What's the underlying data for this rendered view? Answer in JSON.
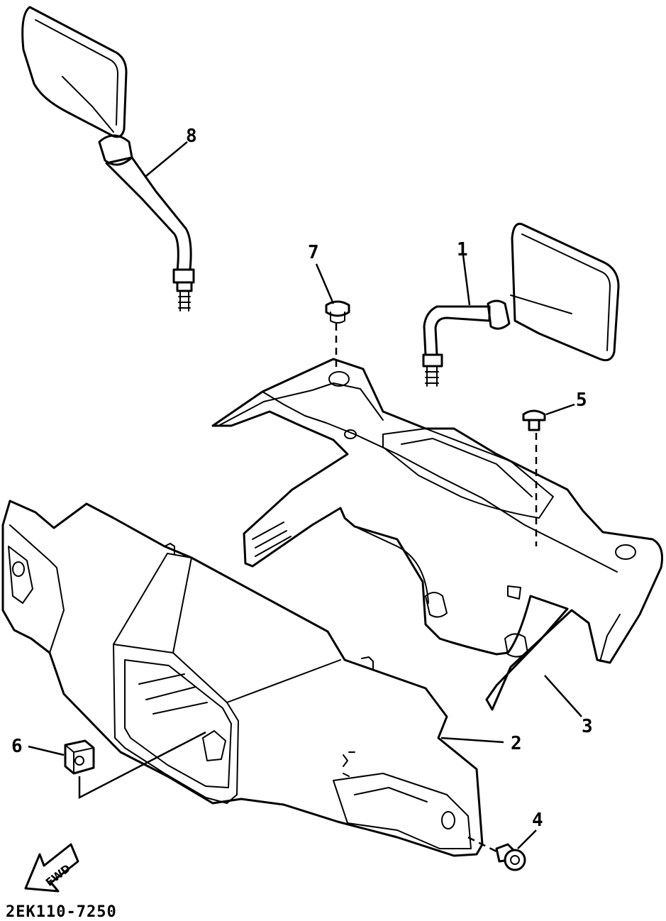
{
  "callouts": [
    {
      "number": "1",
      "part": "right-mirror"
    },
    {
      "number": "2",
      "part": "front-cover"
    },
    {
      "number": "3",
      "part": "handlebar-cover"
    },
    {
      "number": "4",
      "part": "screw"
    },
    {
      "number": "5",
      "part": "screw"
    },
    {
      "number": "6",
      "part": "nut"
    },
    {
      "number": "7",
      "part": "cap"
    },
    {
      "number": "8",
      "part": "left-mirror"
    }
  ],
  "direction_arrow": {
    "label": "FWD"
  },
  "diagram_code": "2EK110-7250",
  "colors": {
    "line": "#000000",
    "background": "#ffffff"
  }
}
